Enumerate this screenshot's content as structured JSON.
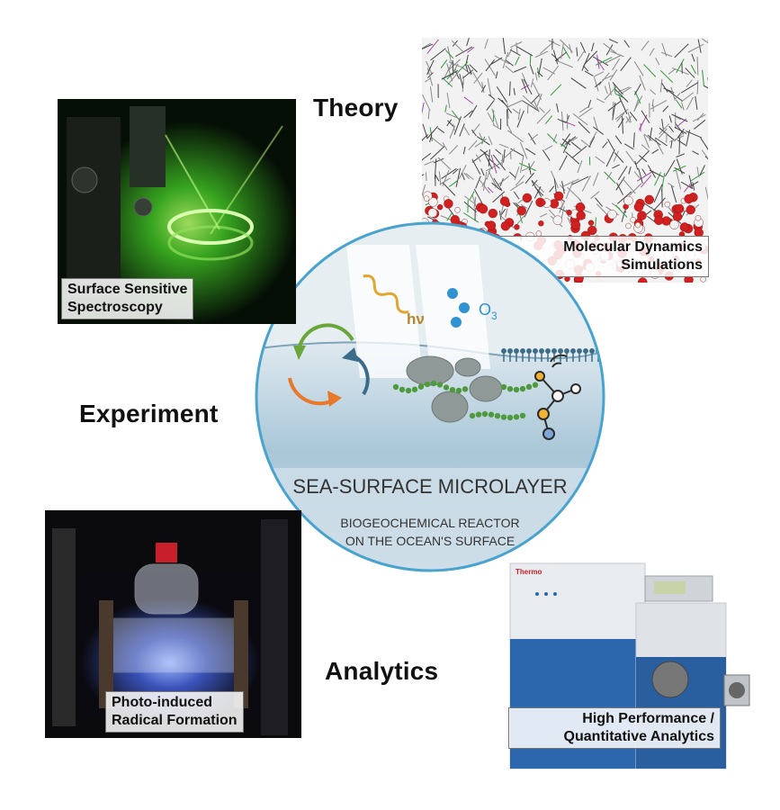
{
  "headings": {
    "theory": "Theory",
    "experiment": "Experiment",
    "analytics": "Analytics"
  },
  "panels": {
    "spectroscopy": {
      "caption_line1": "Surface Sensitive",
      "caption_line2": "Spectroscopy"
    },
    "md": {
      "caption_line1": "Molecular Dynamics",
      "caption_line2": "Simulations"
    },
    "photo": {
      "caption_line1": "Photo-induced",
      "caption_line2": "Radical Formation"
    },
    "analytics": {
      "caption_line1": "High Performance /",
      "caption_line2": "Quantitative Analytics",
      "brand": "Thermo"
    }
  },
  "center": {
    "hv_label": "hν",
    "o3_label": "O",
    "o3_sub": "3",
    "title": "SEA-SURFACE MICROLAYER",
    "subtitle_line1": "BIOGEOCHEMICAL REACTOR",
    "subtitle_line2": "ON THE OCEAN'S SURFACE"
  },
  "colors": {
    "sea": "#a9c7d8",
    "sea_deep": "#8fb3c7",
    "circle_border": "#4aa3cf",
    "arrow_green": "#6aa63a",
    "arrow_orange": "#e8792b",
    "arrow_blue": "#3b6c8a",
    "wave_gold": "#e0a72e",
    "ozone_blue": "#2f93d3",
    "bead_green": "#4e9a3c"
  }
}
